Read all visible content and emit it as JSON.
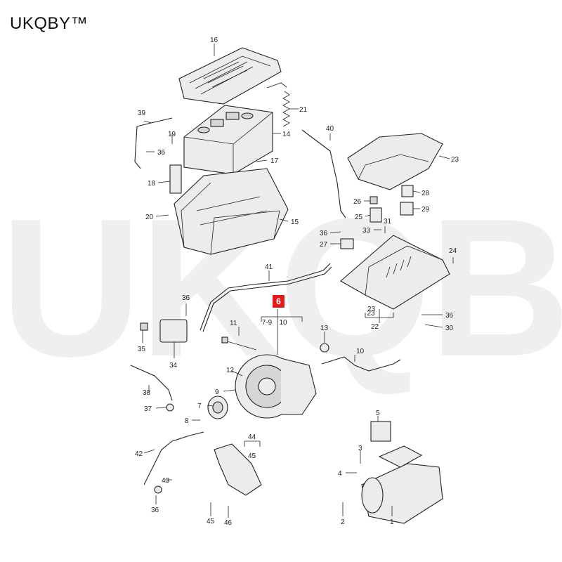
{
  "brand": "UKQBY™",
  "watermark": "UKQBY™",
  "highlight": {
    "label": "6",
    "color": "#e11b1b"
  },
  "sub_labels": {
    "range": "7-9",
    "ten": "10",
    "twentythree": "23"
  },
  "callouts": [
    "16",
    "21",
    "39",
    "14",
    "19",
    "36",
    "17",
    "18",
    "20",
    "15",
    "40",
    "23",
    "26",
    "28",
    "25",
    "29",
    "31",
    "33",
    "36",
    "27",
    "24",
    "41",
    "36",
    "23",
    "22",
    "36",
    "30",
    "11",
    "13",
    "10",
    "35",
    "34",
    "12",
    "9",
    "7",
    "8",
    "38",
    "37",
    "5",
    "42",
    "44",
    "45",
    "3",
    "4",
    "43",
    "36",
    "45",
    "46",
    "2",
    "1"
  ]
}
